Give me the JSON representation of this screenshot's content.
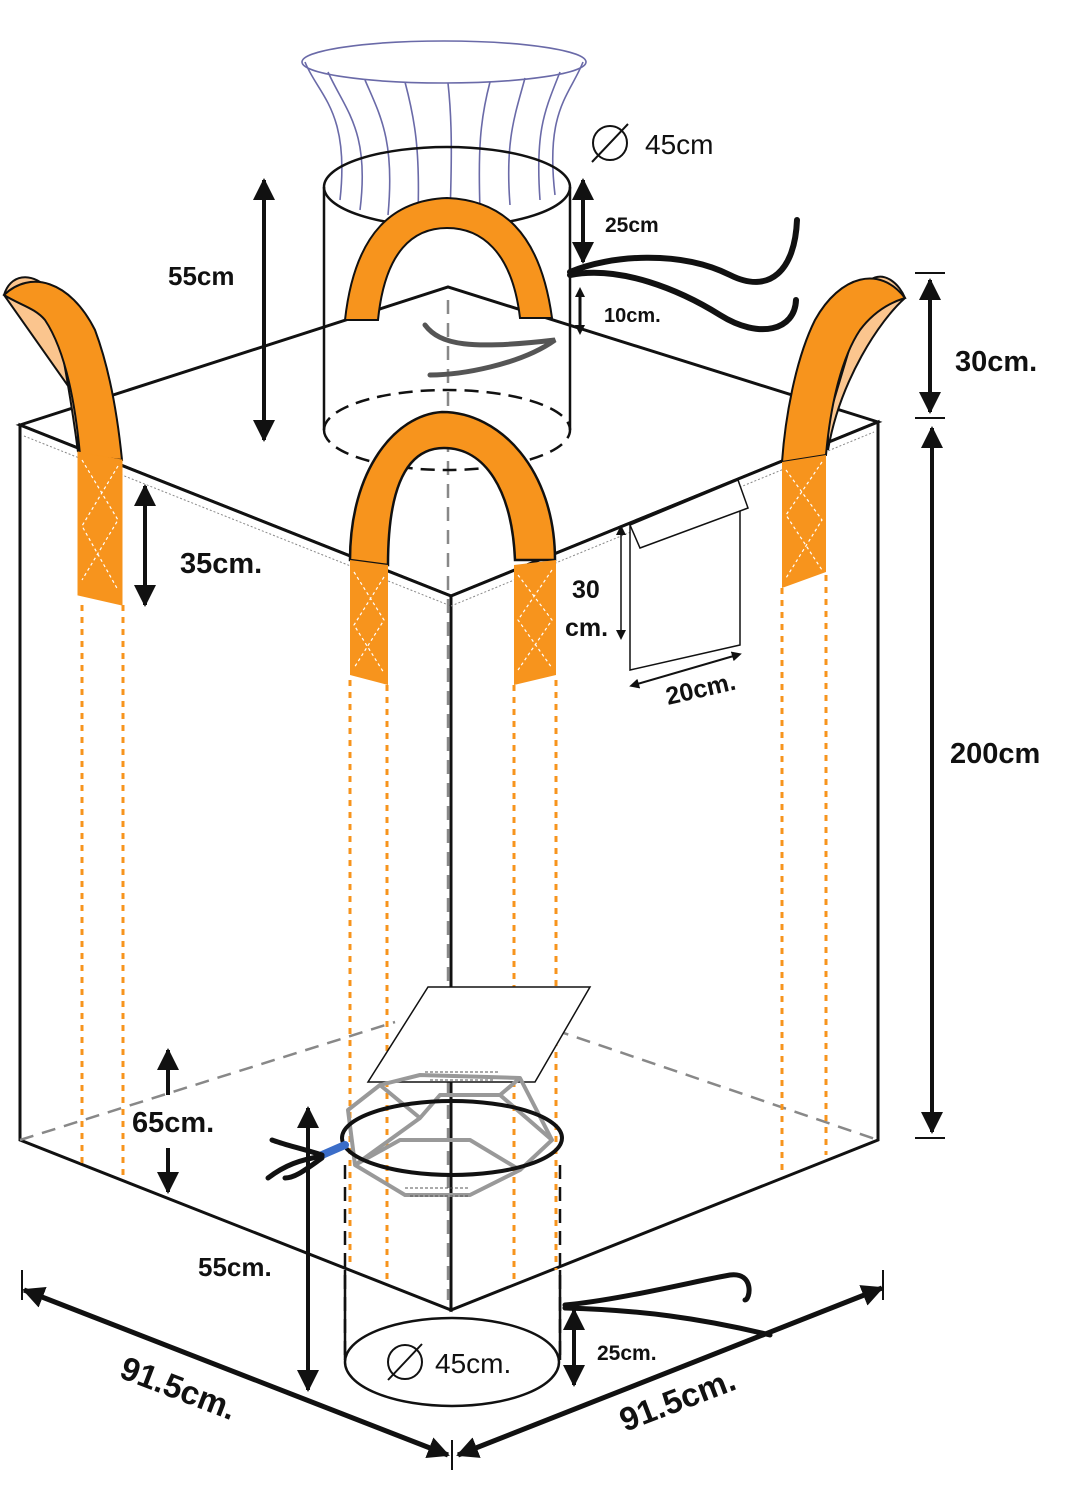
{
  "colors": {
    "strap": "#F7941D",
    "strap_inner": "#FBC58E",
    "stitch": "#FFFFFF",
    "seam_dotted": "#F7941D",
    "outline": "#111111",
    "hidden_dashed": "#888888",
    "spout_top_mesh": "#6A6AA8",
    "bottom_ring": "#999999",
    "tie_blue": "#3B6DC8"
  },
  "dimensions": {
    "top_spout_diameter": "45cm",
    "top_spout_height": "55cm",
    "top_tie_upper": "25cm",
    "top_tie_lower": "10cm.",
    "loop_height": "30cm.",
    "strap_sewn_length": "35cm.",
    "label_height_line1": "30",
    "label_height_line2": "cm.",
    "label_width": "20cm.",
    "bag_height": "200cm",
    "bottom_cone_height": "65cm.",
    "bottom_spout_height": "55cm.",
    "bottom_spout_diameter": "45cm.",
    "bottom_tie": "25cm.",
    "base_width_left": "91.5cm.",
    "base_width_right": "91.5cm."
  },
  "icons": {
    "diameter_symbol": "diameter-icon"
  }
}
